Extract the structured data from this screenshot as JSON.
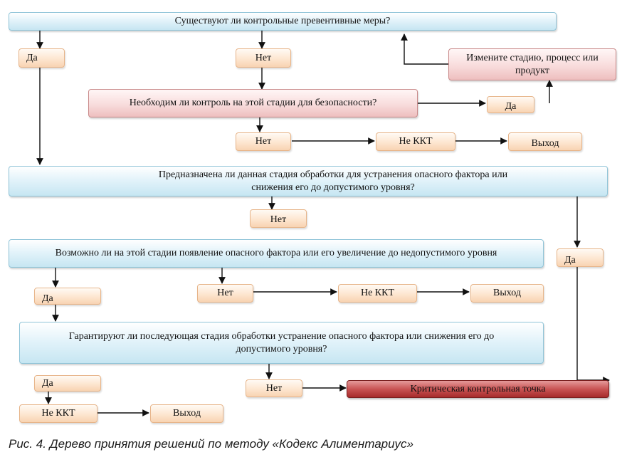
{
  "nodes": {
    "q1": "Существуют ли контрольные превентивные меры?",
    "yes1": "Да",
    "no1": "Нет",
    "change": "Измените стадию, процесс или продукт",
    "q2": "Необходим ли контроль на этой стадии для безопасности?",
    "yes2": "Да",
    "no2": "Нет",
    "not_ccp1": "Не ККТ",
    "exit1": "Выход",
    "q3": "Предназначена ли данная стадия обработки для устранения опасного фактора или снижения его до допустимого уровня?",
    "no3": "Нет",
    "yes3": "Да",
    "q4": "Возможно ли на этой стадии появление опасного фактора или его увеличение до недопустимого уровня",
    "yes4": "Да",
    "no4": "Нет",
    "not_ccp2": "Не ККТ",
    "exit2": "Выход",
    "q5": "Гарантируют ли последующая стадия обработки устранение опасного фактора или снижения его до допустимого уровня?",
    "yes5": "Да",
    "no5": "Нет",
    "not_ccp3": "Не ККТ",
    "exit3": "Выход",
    "ccp": "Критическая контрольная точка"
  },
  "caption": "Рис. 4. Дерево принятия решений по методу «Кодекс Алиментариус»"
}
